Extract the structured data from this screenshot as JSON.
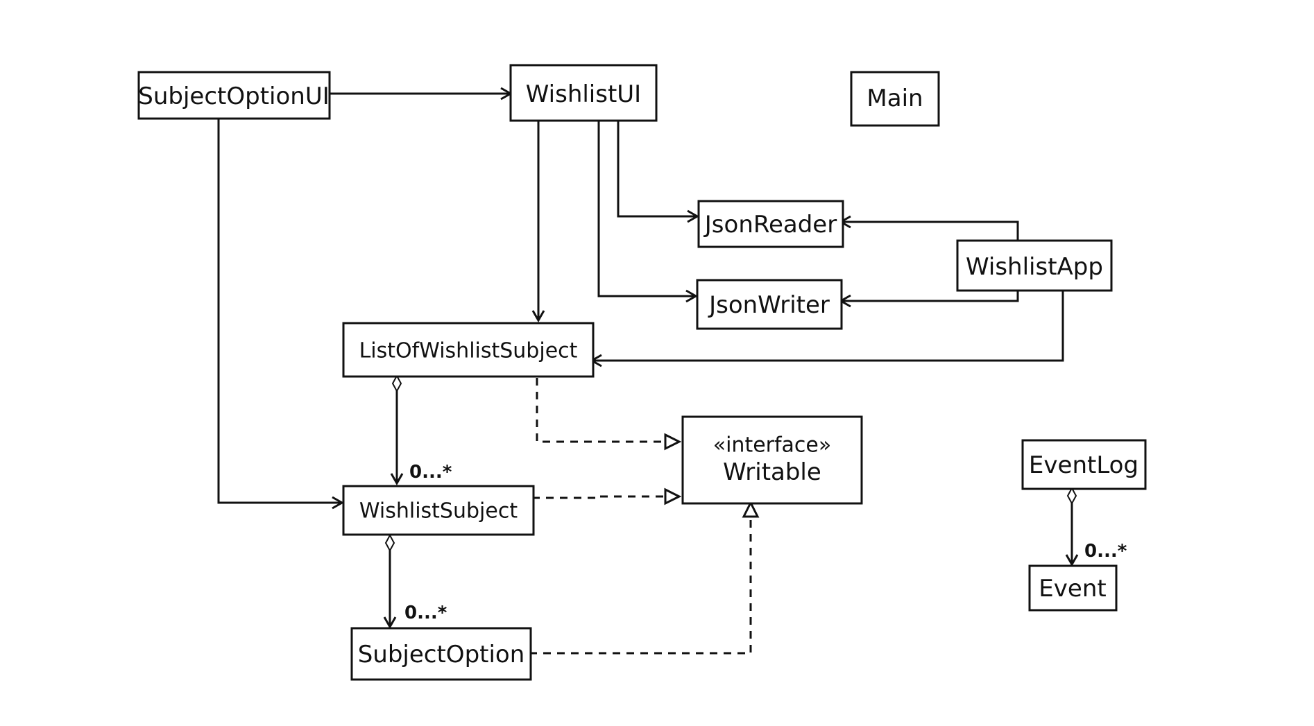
{
  "diagram": {
    "classes": {
      "subject_option_ui": "SubjectOptionUI",
      "wishlist_ui": "WishlistUI",
      "main": "Main",
      "json_reader": "JsonReader",
      "json_writer": "JsonWriter",
      "wishlist_app": "WishlistApp",
      "list_of_wishlist_subject": "ListOfWishlistSubject",
      "writable_stereotype": "«interface»",
      "writable": "Writable",
      "wishlist_subject": "WishlistSubject",
      "subject_option": "SubjectOption",
      "event_log": "EventLog",
      "event": "Event"
    },
    "multiplicities": {
      "list_to_subject": "0...*",
      "subject_to_option": "0...*",
      "eventlog_to_event": "0...*"
    }
  }
}
